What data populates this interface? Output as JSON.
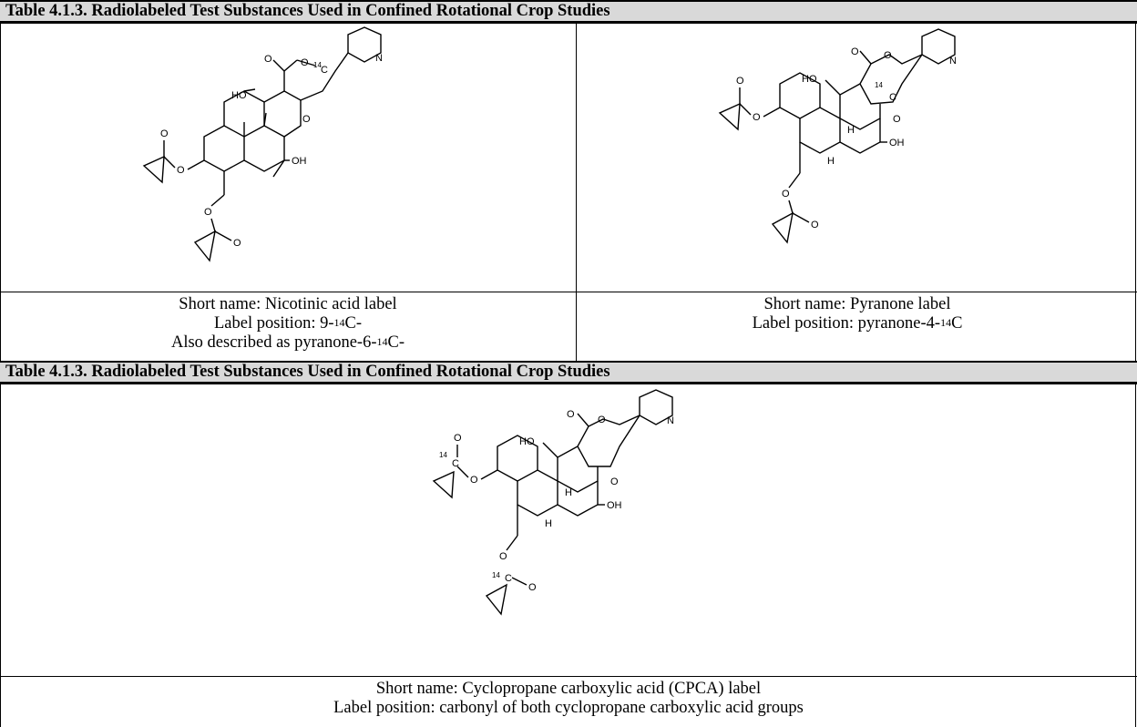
{
  "table_title": "Table 4.1.3.  Radiolabeled Test Substances Used in Confined Rotational Crop Studies",
  "entries": [
    {
      "short_name": "Short name: Nicotinic acid label",
      "label_position_prefix": "Label position: 9-",
      "label_position_sup": "14",
      "label_position_suffix": "C-",
      "also_prefix": "Also described as pyranone-6-",
      "also_sup": "14",
      "also_suffix": "C-"
    },
    {
      "short_name": "Short name: Pyranone label",
      "label_position_prefix": "Label position: pyranone-4-",
      "label_position_sup": "14",
      "label_position_suffix": "C"
    },
    {
      "short_name": "Short name: Cyclopropane carboxylic acid (CPCA) label",
      "label_position": "Label position: carbonyl of both cyclopropane carboxylic acid groups"
    }
  ],
  "structure_labels": {
    "ho": "HO",
    "oh": "OH",
    "o": "O",
    "n": "N",
    "h": "H",
    "c": "C",
    "iso": "14",
    "c14": "14C"
  }
}
